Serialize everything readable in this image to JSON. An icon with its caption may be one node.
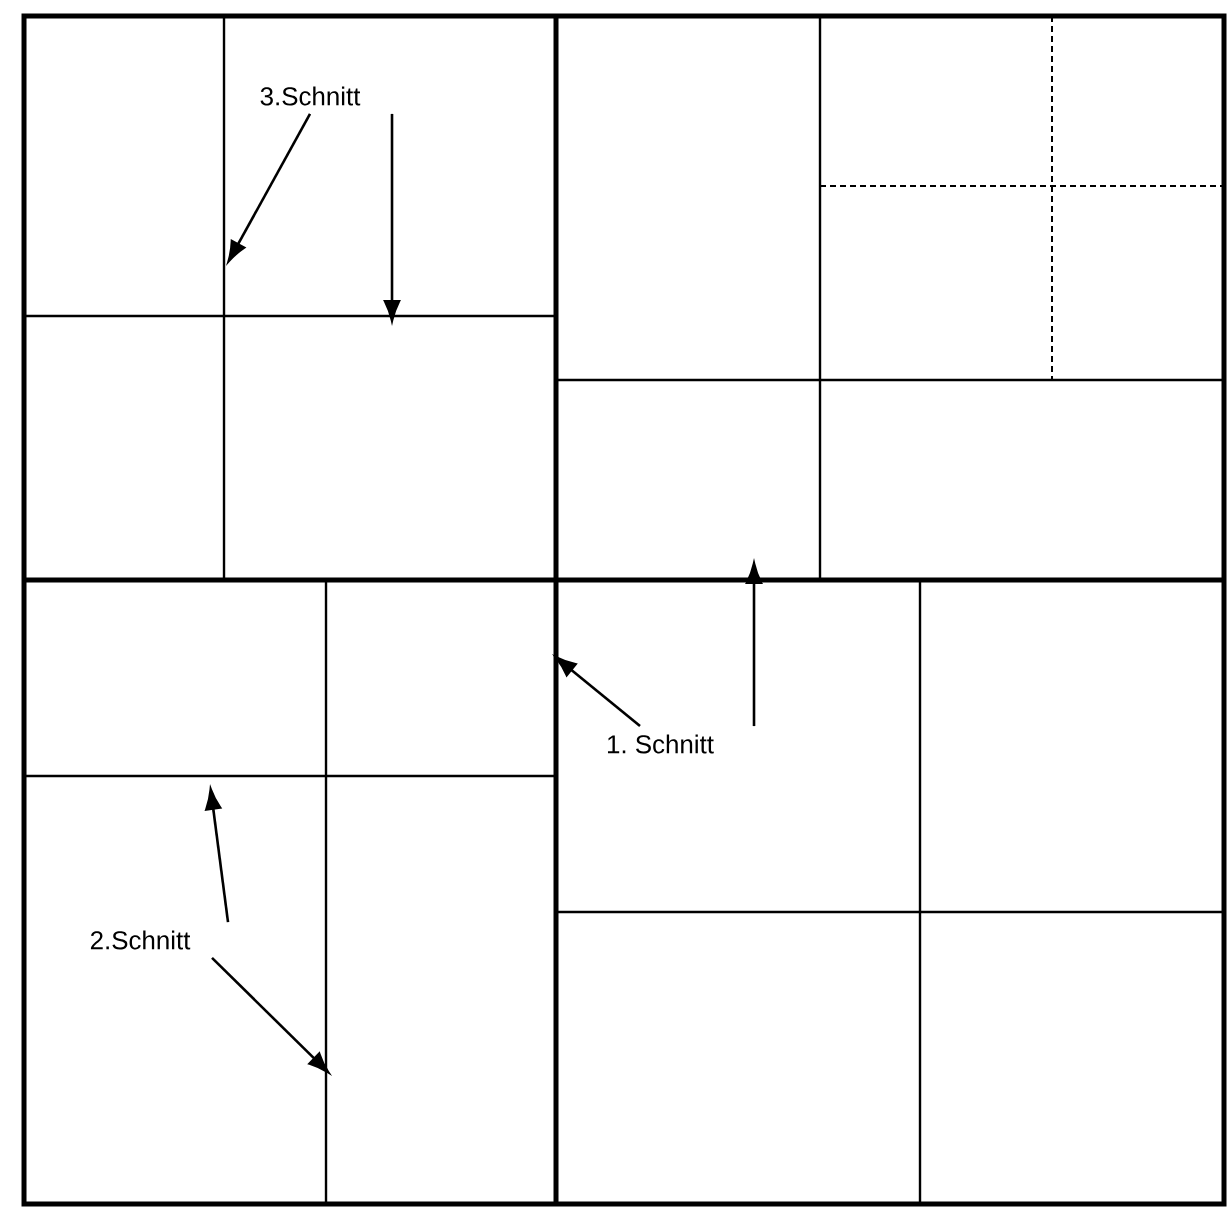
{
  "diagram": {
    "nodes": [
      {
        "text": [
          "3.Schnitt"
        ]
      },
      {
        "text": [
          "1. Schnitt"
        ]
      },
      {
        "text": [
          "2.Schnitt"
        ]
      }
    ],
    "edges": [
      {
        "from": 0,
        "to": null,
        "arrow": "to"
      },
      {
        "from": 0,
        "to": null,
        "arrow": "to"
      },
      {
        "from": 1,
        "to": null,
        "arrow": "to"
      },
      {
        "from": 1,
        "to": null,
        "arrow": "to"
      },
      {
        "from": 2,
        "to": null,
        "arrow": "to"
      },
      {
        "from": 2,
        "to": null,
        "arrow": "to"
      }
    ]
  }
}
